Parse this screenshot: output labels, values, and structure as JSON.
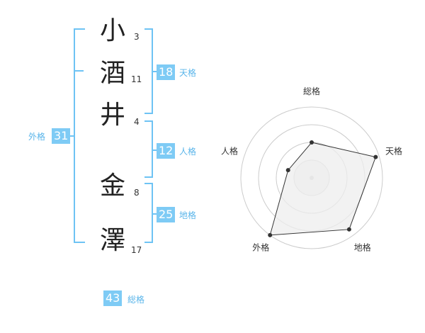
{
  "name_chars": [
    {
      "char": "小",
      "strokes": "3"
    },
    {
      "char": "酒",
      "strokes": "11"
    },
    {
      "char": "井",
      "strokes": "4"
    },
    {
      "char": "金",
      "strokes": "8"
    },
    {
      "char": "澤",
      "strokes": "17"
    }
  ],
  "fortune": {
    "tenkaku": {
      "value": "18",
      "label": "天格"
    },
    "jinkaku": {
      "value": "12",
      "label": "人格"
    },
    "chikaku": {
      "value": "25",
      "label": "地格"
    },
    "gaikaku": {
      "value": "31",
      "label": "外格"
    },
    "soukaku": {
      "value": "43",
      "label": "総格"
    }
  },
  "chart_data": {
    "type": "radar",
    "axes": [
      "総格",
      "天格",
      "地格",
      "外格",
      "人格"
    ],
    "values": [
      0.5,
      0.95,
      0.9,
      1.0,
      0.35
    ],
    "rings": 4,
    "colors": {
      "fill": "#eeeeee",
      "stroke": "#333333",
      "ring": "#cccccc"
    }
  },
  "colors": {
    "accent": "#7ecbf5",
    "accent_text": "#5ab5ea"
  }
}
